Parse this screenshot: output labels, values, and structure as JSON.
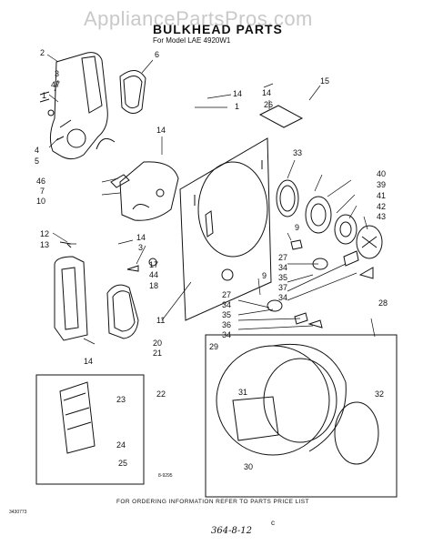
{
  "watermark": "AppliancePartsPros.com",
  "title": "BULKHEAD PARTS",
  "subtitle": "For Model LAE 4920W1",
  "footer": "FOR ORDERING INFORMATION REFER TO PARTS PRICE LIST",
  "code_bottom": "8-9295",
  "code_left": "3430773",
  "handwritten": "364-8-12",
  "tick_mark": "c",
  "callouts": [
    {
      "id": "c2",
      "label": "2"
    },
    {
      "id": "c6",
      "label": "6"
    },
    {
      "id": "c3a",
      "label": "3"
    },
    {
      "id": "c47",
      "label": "47"
    },
    {
      "id": "c1a",
      "label": "1"
    },
    {
      "id": "c4",
      "label": "4"
    },
    {
      "id": "c5",
      "label": "5"
    },
    {
      "id": "c14a",
      "label": "14"
    },
    {
      "id": "c1b",
      "label": "1"
    },
    {
      "id": "c14b",
      "label": "14"
    },
    {
      "id": "c26",
      "label": "26"
    },
    {
      "id": "c15",
      "label": "15"
    },
    {
      "id": "c14c",
      "label": "14"
    },
    {
      "id": "c33",
      "label": "33"
    },
    {
      "id": "c46",
      "label": "46"
    },
    {
      "id": "c7",
      "label": "7"
    },
    {
      "id": "c10",
      "label": "10"
    },
    {
      "id": "c40",
      "label": "40"
    },
    {
      "id": "c39",
      "label": "39"
    },
    {
      "id": "c41",
      "label": "41"
    },
    {
      "id": "c42",
      "label": "42"
    },
    {
      "id": "c43",
      "label": "43"
    },
    {
      "id": "c9a",
      "label": "9"
    },
    {
      "id": "c27a",
      "label": "27"
    },
    {
      "id": "c34a",
      "label": "34"
    },
    {
      "id": "c35a",
      "label": "35"
    },
    {
      "id": "c37",
      "label": "37"
    },
    {
      "id": "c34b",
      "label": "34"
    },
    {
      "id": "c12",
      "label": "12"
    },
    {
      "id": "c13",
      "label": "13"
    },
    {
      "id": "c14d",
      "label": "14"
    },
    {
      "id": "c3b",
      "label": "3"
    },
    {
      "id": "c17",
      "label": "17"
    },
    {
      "id": "c44",
      "label": "44"
    },
    {
      "id": "c18",
      "label": "18"
    },
    {
      "id": "c9b",
      "label": "9"
    },
    {
      "id": "c27b",
      "label": "27"
    },
    {
      "id": "c34c",
      "label": "34"
    },
    {
      "id": "c35b",
      "label": "35"
    },
    {
      "id": "c36",
      "label": "36"
    },
    {
      "id": "c34d",
      "label": "34"
    },
    {
      "id": "c11",
      "label": "11"
    },
    {
      "id": "c28",
      "label": "28"
    },
    {
      "id": "c14e",
      "label": "14"
    },
    {
      "id": "c20",
      "label": "20"
    },
    {
      "id": "c21",
      "label": "21"
    },
    {
      "id": "c29",
      "label": "29"
    },
    {
      "id": "c31",
      "label": "31"
    },
    {
      "id": "c32",
      "label": "32"
    },
    {
      "id": "c22",
      "label": "22"
    },
    {
      "id": "c23",
      "label": "23"
    },
    {
      "id": "c24",
      "label": "24"
    },
    {
      "id": "c25",
      "label": "25"
    },
    {
      "id": "c30",
      "label": "30"
    }
  ]
}
